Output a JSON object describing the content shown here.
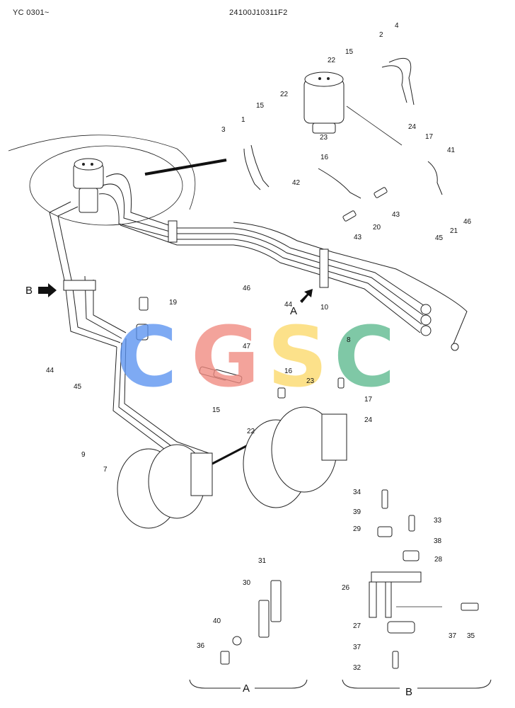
{
  "header": {
    "model_code": "YC 0301~",
    "drawing_number": "24100J10311F2"
  },
  "watermark": {
    "letters": [
      {
        "char": "C",
        "color": "#5b93f0"
      },
      {
        "char": "G",
        "color": "#f08a80"
      },
      {
        "char": "S",
        "color": "#fcd96a"
      },
      {
        "char": "C",
        "color": "#5cb98e"
      }
    ]
  },
  "view_markers": {
    "a": "A",
    "b": "B"
  },
  "callouts": [
    "1",
    "2",
    "3",
    "4",
    "7",
    "8",
    "9",
    "10",
    "15",
    "15",
    "15",
    "16",
    "16",
    "17",
    "17",
    "19",
    "20",
    "21",
    "22",
    "22",
    "22",
    "23",
    "23",
    "24",
    "24",
    "26",
    "27",
    "28",
    "29",
    "30",
    "31",
    "32",
    "33",
    "34",
    "35",
    "36",
    "37",
    "37",
    "38",
    "39",
    "40",
    "41",
    "42",
    "43",
    "43",
    "44",
    "44",
    "45",
    "45",
    "46",
    "46",
    "47"
  ],
  "detail_sections": [
    {
      "label": "A"
    },
    {
      "label": "B"
    }
  ]
}
